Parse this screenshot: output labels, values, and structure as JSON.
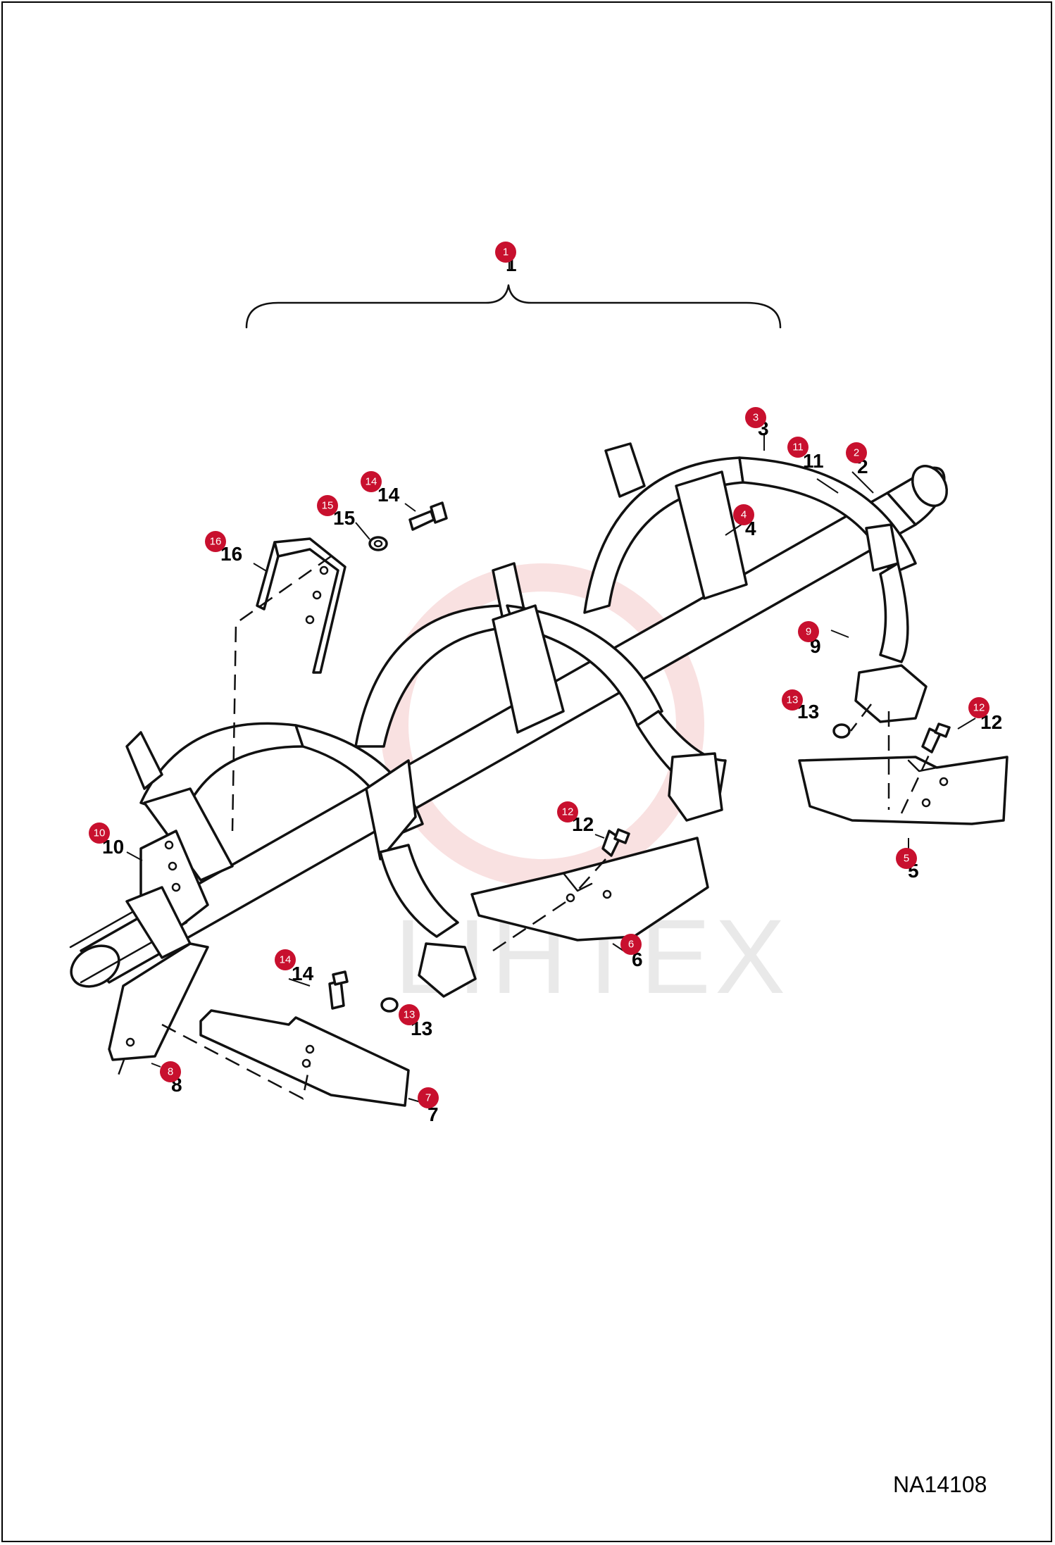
{
  "drawing_number": "NA14108",
  "watermark": {
    "text": "LIHTEX"
  },
  "callouts": [
    {
      "num": "1",
      "label": "1"
    },
    {
      "num": "2",
      "label": "2"
    },
    {
      "num": "3",
      "label": "3"
    },
    {
      "num": "4",
      "label": "4"
    },
    {
      "num": "5",
      "label": "5"
    },
    {
      "num": "6",
      "label": "6"
    },
    {
      "num": "7",
      "label": "7"
    },
    {
      "num": "8",
      "label": "8"
    },
    {
      "num": "9",
      "label": "9"
    },
    {
      "num": "10",
      "label": "10"
    },
    {
      "num": "11",
      "label": "11"
    },
    {
      "num": "12a",
      "label": "12"
    },
    {
      "num": "12b",
      "label": "12"
    },
    {
      "num": "13a",
      "label": "13"
    },
    {
      "num": "13b",
      "label": "13"
    },
    {
      "num": "14a",
      "label": "14"
    },
    {
      "num": "14b",
      "label": "14"
    },
    {
      "num": "15",
      "label": "15"
    },
    {
      "num": "16",
      "label": "16"
    }
  ],
  "colors": {
    "badge": "#c8102e",
    "line": "#111111",
    "watermark": "#d8d8d8"
  }
}
